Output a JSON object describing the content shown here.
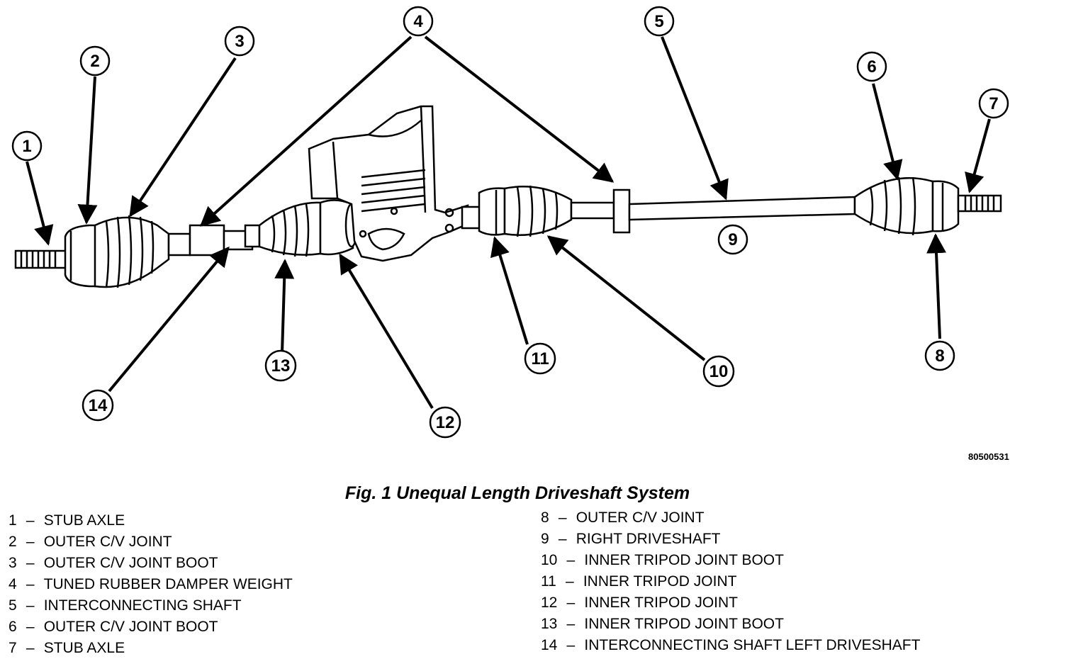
{
  "figure": {
    "code": "80500531",
    "title": "Fig. 1 Unequal Length Driveshaft System"
  },
  "callouts": [
    "1",
    "2",
    "3",
    "4",
    "5",
    "6",
    "7",
    "8",
    "9",
    "10",
    "11",
    "12",
    "13",
    "14"
  ],
  "legend_left": [
    {
      "num": "1",
      "sep": "–",
      "label": "STUB AXLE"
    },
    {
      "num": "2",
      "sep": "–",
      "label": "OUTER C/V JOINT"
    },
    {
      "num": "3",
      "sep": "–",
      "label": "OUTER C/V JOINT BOOT"
    },
    {
      "num": "4",
      "sep": "–",
      "label": "TUNED RUBBER DAMPER WEIGHT"
    },
    {
      "num": "5",
      "sep": "–",
      "label": "INTERCONNECTING SHAFT"
    },
    {
      "num": "6",
      "sep": "–",
      "label": "OUTER C/V JOINT BOOT"
    },
    {
      "num": "7",
      "sep": "–",
      "label": "STUB AXLE"
    }
  ],
  "legend_right": [
    {
      "num": "8",
      "sep": "–",
      "label": "OUTER C/V JOINT"
    },
    {
      "num": "9",
      "sep": "–",
      "label": "RIGHT DRIVESHAFT"
    },
    {
      "num": "10",
      "sep": "–",
      "label": "INNER TRIPOD JOINT BOOT"
    },
    {
      "num": "11",
      "sep": "–",
      "label": "INNER TRIPOD JOINT"
    },
    {
      "num": "12",
      "sep": "–",
      "label": "INNER TRIPOD JOINT"
    },
    {
      "num": "13",
      "sep": "–",
      "label": "INNER TRIPOD JOINT BOOT"
    },
    {
      "num": "14",
      "sep": "–",
      "label": "INTERCONNECTING SHAFT LEFT DRIVESHAFT"
    }
  ]
}
